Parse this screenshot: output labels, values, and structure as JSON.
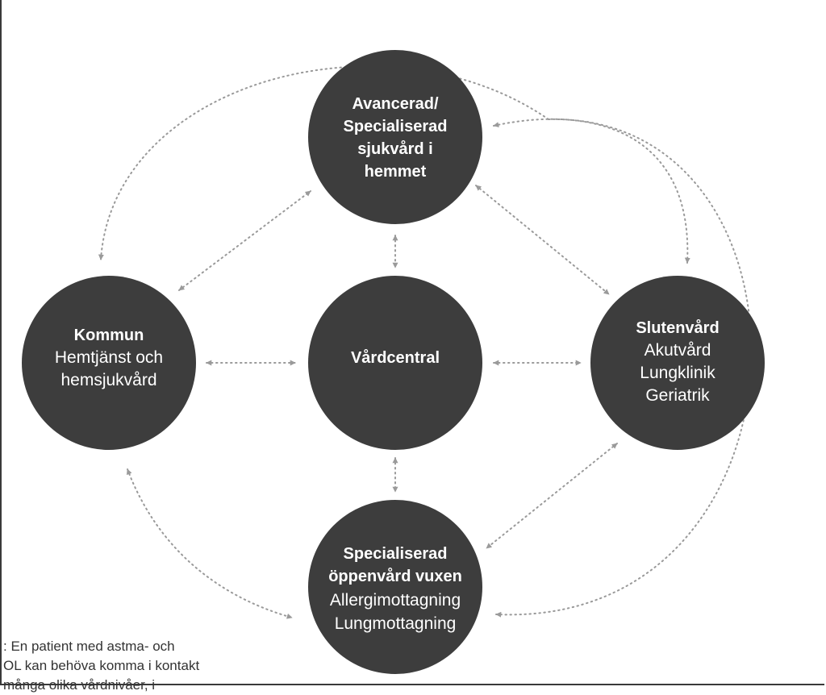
{
  "colors": {
    "node_fill": "#3d3d3d",
    "node_text": "#ffffff",
    "connector": "#9a9a9a"
  },
  "nodes": {
    "top": {
      "lines": [
        {
          "text": "Avancerad/",
          "bold": true
        },
        {
          "text": "Specialiserad",
          "bold": true
        },
        {
          "text": "sjukvård i",
          "bold": true
        },
        {
          "text": "hemmet",
          "bold": true
        }
      ]
    },
    "left": {
      "lines": [
        {
          "text": "Kommun",
          "bold": true
        },
        {
          "text": "Hemtjänst och",
          "bold": false
        },
        {
          "text": "hemsjukvård",
          "bold": false
        }
      ]
    },
    "center": {
      "lines": [
        {
          "text": "Vårdcentral",
          "bold": true
        }
      ]
    },
    "right": {
      "lines": [
        {
          "text": "Slutenvård",
          "bold": true
        },
        {
          "text": "Akutvård",
          "bold": false
        },
        {
          "text": "Lungklinik",
          "bold": false
        },
        {
          "text": "Geriatrik",
          "bold": false
        }
      ]
    },
    "bottom": {
      "lines": [
        {
          "text": "Specialiserad",
          "bold": true
        },
        {
          "text": "öppenvård vuxen",
          "bold": true
        },
        {
          "text": "Allergimottagning",
          "bold": false
        },
        {
          "text": "Lungmottagning",
          "bold": false
        }
      ]
    }
  },
  "caption": {
    "line1": ": En patient med astma- och",
    "line2": "OL kan behöva komma i kontakt",
    "line3": "många olika vårdnivåer, i"
  }
}
